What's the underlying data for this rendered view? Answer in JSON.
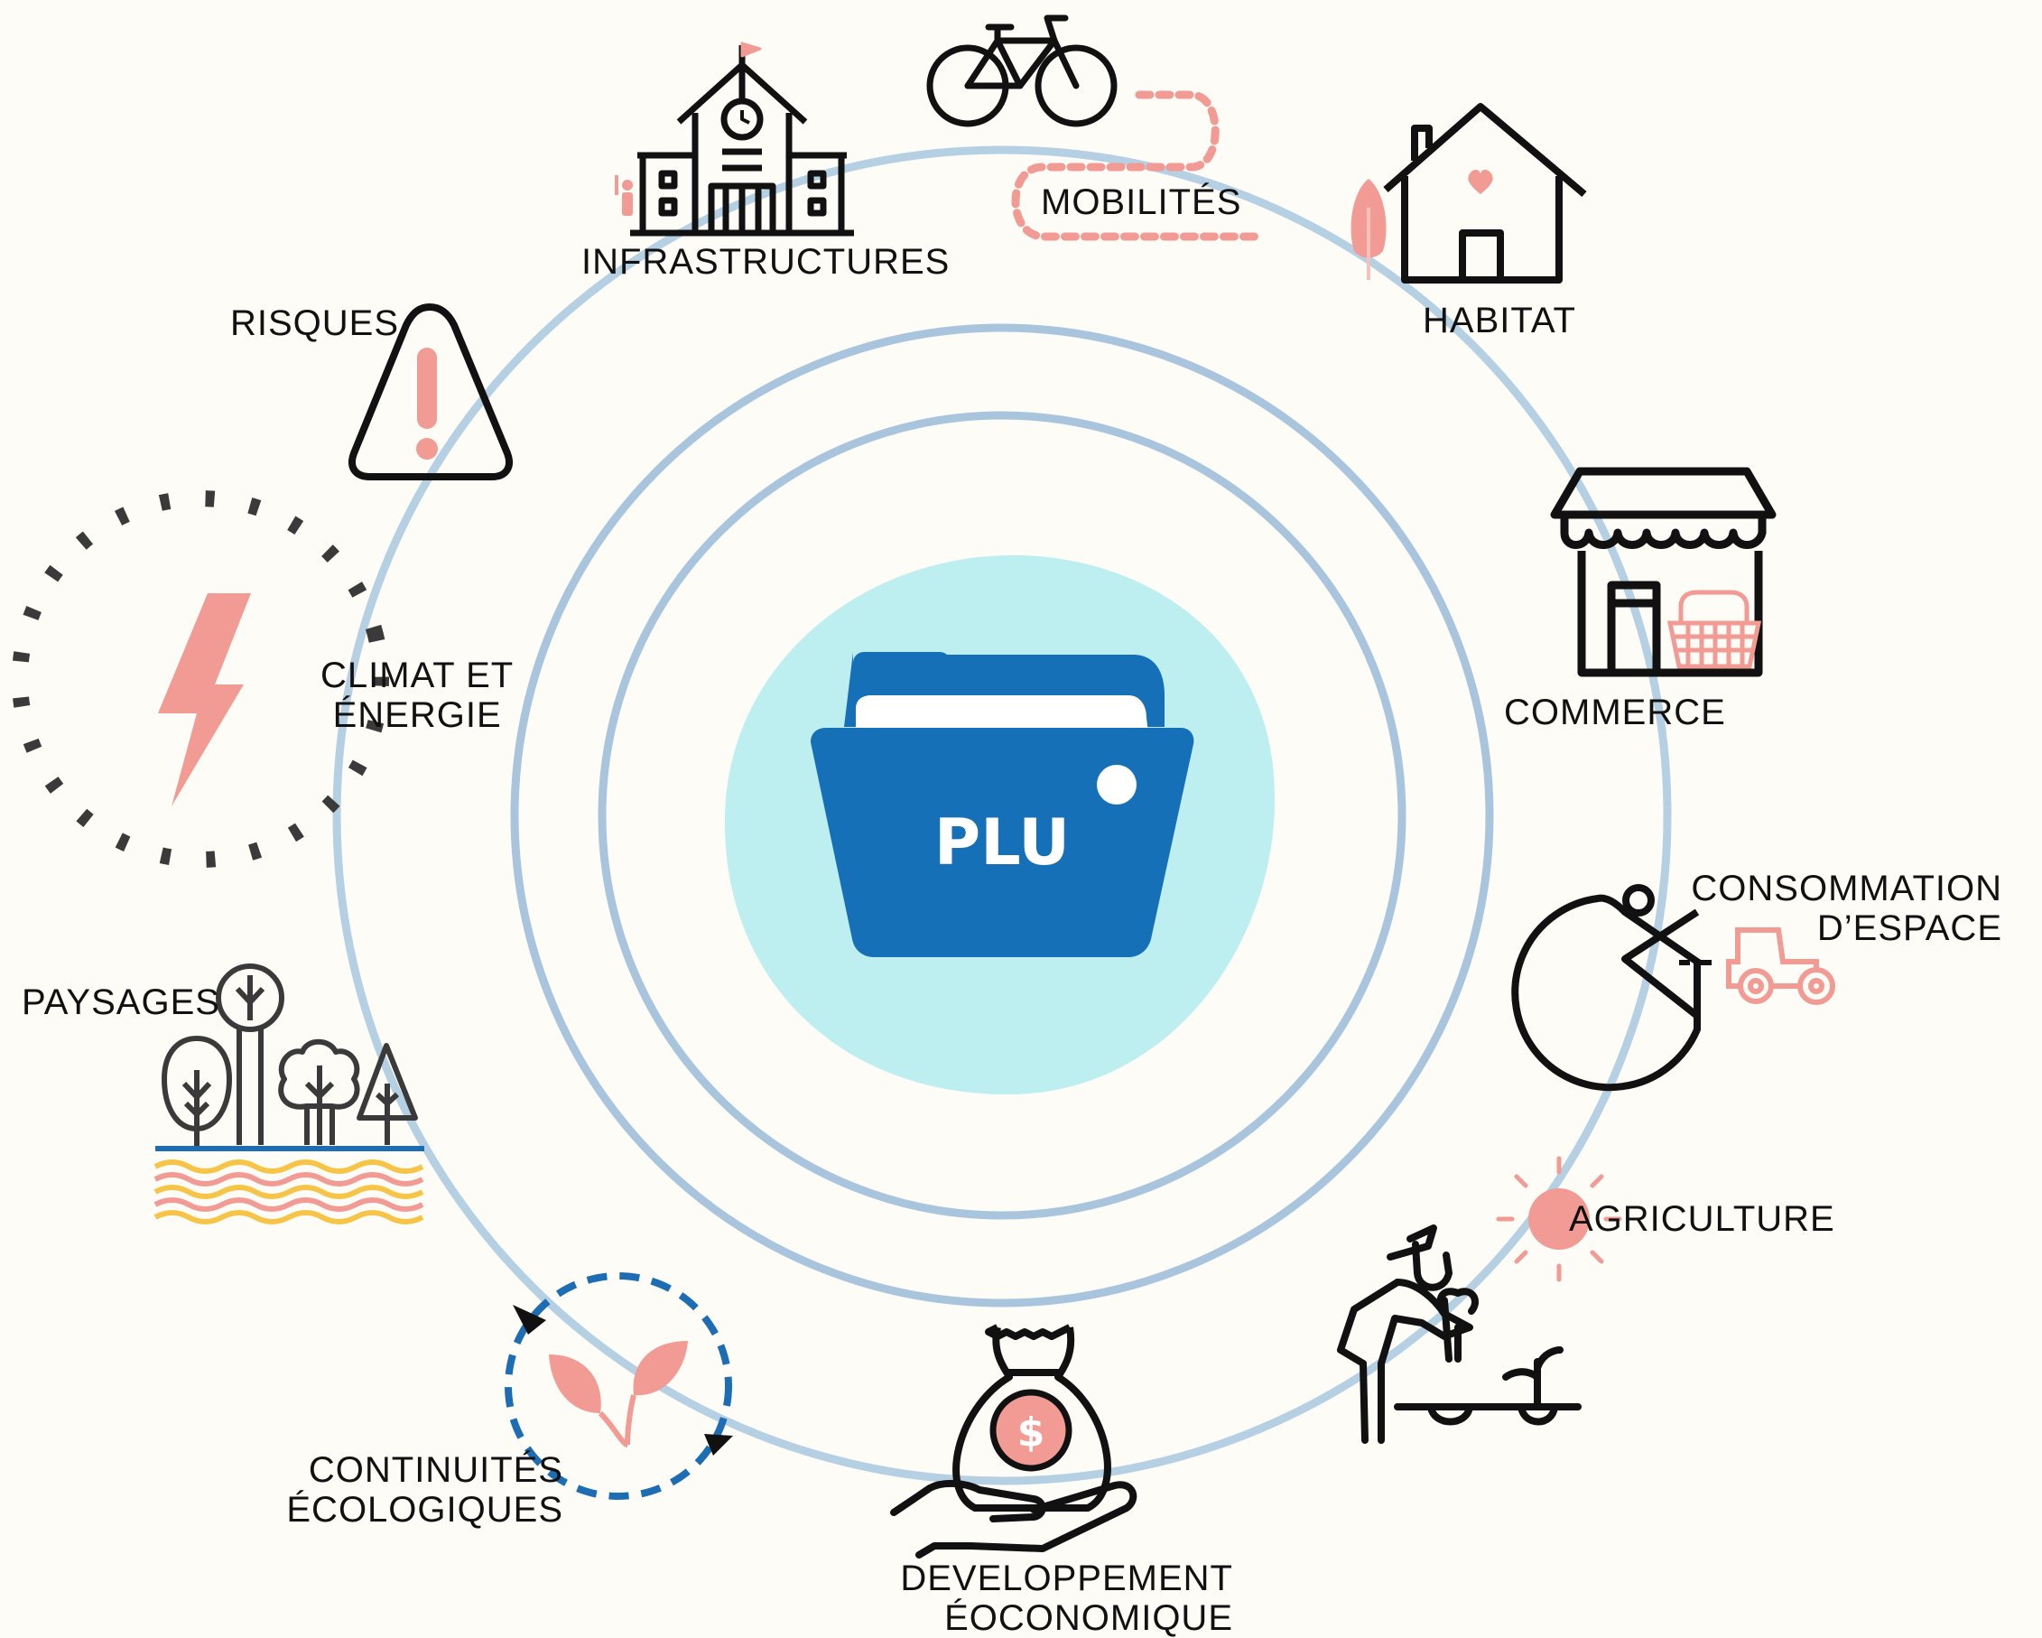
{
  "center": {
    "label": "PLU"
  },
  "themes": {
    "infrastructures": "INFRASTRUCTURES",
    "mobilites": "MOBILITÉS",
    "habitat": "HABITAT",
    "risques": "RISQUES",
    "climat_line1": "CLIMAT ET",
    "climat_line2": "ÉNERGIE",
    "commerce": "COMMERCE",
    "consommation_line1": "CONSOMMATION",
    "consommation_line2": "D’ESPACE",
    "paysages": "PAYSAGES",
    "agriculture": "AGRICULTURE",
    "continuites_line1": "CONTINUITÉS",
    "continuites_line2": "ÉCOLOGIQUES",
    "developpement_line1": "DEVELOPPEMENT",
    "developpement_line2": "ÉOCONOMIQUE"
  },
  "colors": {
    "background": "#fdfcf6",
    "rings": "#b5cfe3",
    "center_disc": "#bdeff0",
    "folder": "#1570b8",
    "accent_pink": "#f29b94",
    "icon_stroke": "#111111",
    "dashed_blue": "#1d6db5",
    "waves_yellow": "#f6c548"
  }
}
